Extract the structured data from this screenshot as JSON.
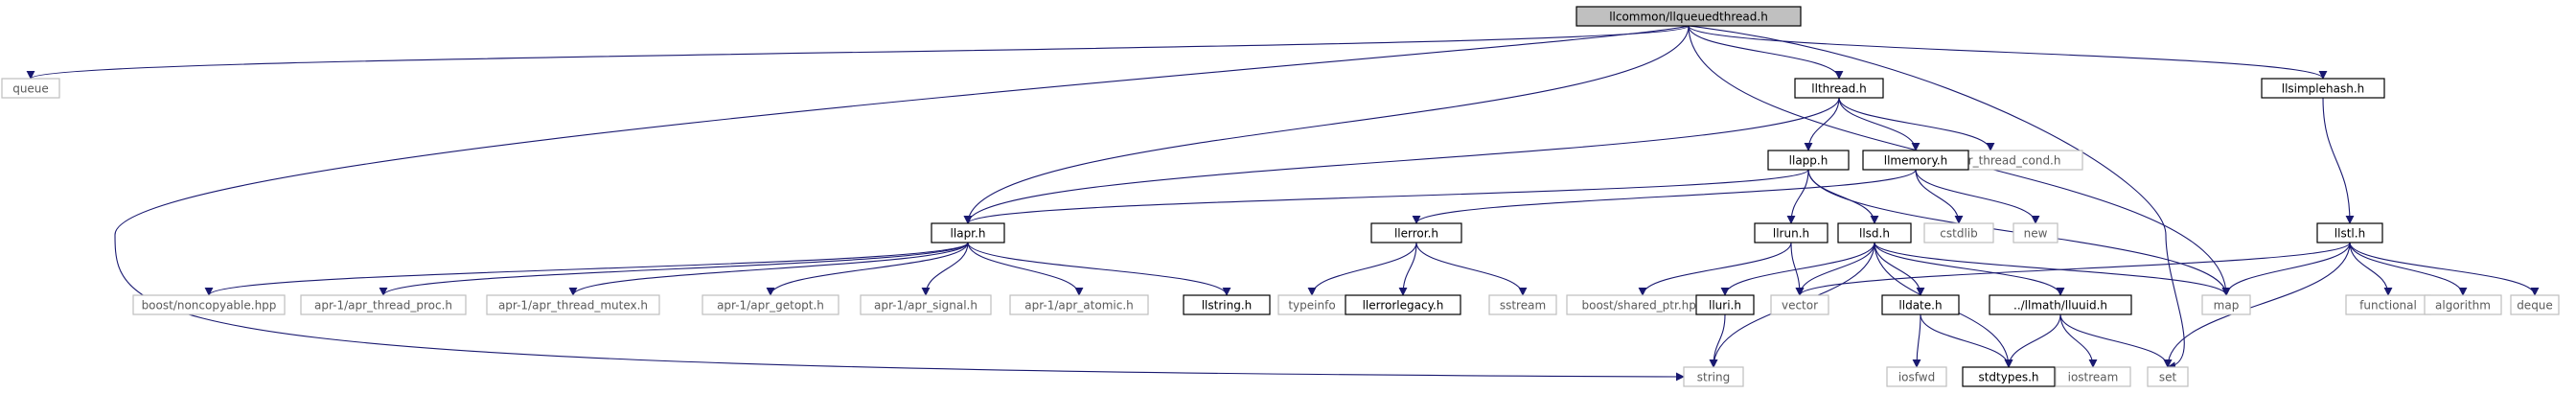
{
  "diagram": {
    "colors": {
      "edge": "#191970",
      "root_fill": "#c0c0c0",
      "root_stroke": "#000000",
      "documented_stroke": "#000000",
      "external_stroke": "#bfbfbf",
      "external_text": "#5a5a5a",
      "text": "#000000"
    },
    "nodes": [
      {
        "id": "root",
        "label": "llcommon/llqueuedthread.h",
        "kind": "root"
      },
      {
        "id": "queue",
        "label": "queue",
        "kind": "external"
      },
      {
        "id": "llthread",
        "label": "llthread.h",
        "kind": "documented"
      },
      {
        "id": "llsimplehash",
        "label": "llsimplehash.h",
        "kind": "documented"
      },
      {
        "id": "apr_thread_cond",
        "label": "apr-1/apr_thread_cond.h",
        "kind": "external"
      },
      {
        "id": "llapp",
        "label": "llapp.h",
        "kind": "documented"
      },
      {
        "id": "llmemory",
        "label": "llmemory.h",
        "kind": "documented"
      },
      {
        "id": "llerror",
        "label": "llerror.h",
        "kind": "documented"
      },
      {
        "id": "llrun",
        "label": "llrun.h",
        "kind": "documented"
      },
      {
        "id": "llsd",
        "label": "llsd.h",
        "kind": "documented"
      },
      {
        "id": "cstdlib",
        "label": "cstdlib",
        "kind": "external"
      },
      {
        "id": "new",
        "label": "new",
        "kind": "external"
      },
      {
        "id": "llstl",
        "label": "llstl.h",
        "kind": "documented"
      },
      {
        "id": "llapr",
        "label": "llapr.h",
        "kind": "documented"
      },
      {
        "id": "boost_noncopyable",
        "label": "boost/noncopyable.hpp",
        "kind": "external"
      },
      {
        "id": "apr_thread_proc",
        "label": "apr-1/apr_thread_proc.h",
        "kind": "external"
      },
      {
        "id": "apr_thread_mutex",
        "label": "apr-1/apr_thread_mutex.h",
        "kind": "external"
      },
      {
        "id": "apr_getopt",
        "label": "apr-1/apr_getopt.h",
        "kind": "external"
      },
      {
        "id": "apr_signal",
        "label": "apr-1/apr_signal.h",
        "kind": "external"
      },
      {
        "id": "apr_atomic",
        "label": "apr-1/apr_atomic.h",
        "kind": "external"
      },
      {
        "id": "llstring",
        "label": "llstring.h",
        "kind": "documented"
      },
      {
        "id": "typeinfo",
        "label": "typeinfo",
        "kind": "external"
      },
      {
        "id": "llerrorlegacy",
        "label": "llerrorlegacy.h",
        "kind": "documented"
      },
      {
        "id": "sstream",
        "label": "sstream",
        "kind": "external"
      },
      {
        "id": "boost_shared_ptr",
        "label": "boost/shared_ptr.hpp",
        "kind": "external"
      },
      {
        "id": "lluri",
        "label": "lluri.h",
        "kind": "documented"
      },
      {
        "id": "vector",
        "label": "vector",
        "kind": "external"
      },
      {
        "id": "lldate",
        "label": "lldate.h",
        "kind": "documented"
      },
      {
        "id": "lluuid",
        "label": "../llmath/lluuid.h",
        "kind": "documented"
      },
      {
        "id": "map",
        "label": "map",
        "kind": "external"
      },
      {
        "id": "set",
        "label": "set",
        "kind": "external"
      },
      {
        "id": "functional",
        "label": "functional",
        "kind": "external"
      },
      {
        "id": "algorithm",
        "label": "algorithm",
        "kind": "external"
      },
      {
        "id": "deque",
        "label": "deque",
        "kind": "external"
      },
      {
        "id": "iosfwd",
        "label": "iosfwd",
        "kind": "external"
      },
      {
        "id": "stdtypes",
        "label": "stdtypes.h",
        "kind": "documented"
      },
      {
        "id": "iostream",
        "label": "iostream",
        "kind": "external"
      },
      {
        "id": "string",
        "label": "string",
        "kind": "external"
      }
    ],
    "edges": [
      {
        "from": "root",
        "to": "queue"
      },
      {
        "from": "root",
        "to": "string"
      },
      {
        "from": "root",
        "to": "llapr"
      },
      {
        "from": "root",
        "to": "llthread"
      },
      {
        "from": "root",
        "to": "set"
      },
      {
        "from": "root",
        "to": "map"
      },
      {
        "from": "root",
        "to": "llsimplehash"
      },
      {
        "from": "llthread",
        "to": "llapp"
      },
      {
        "from": "llthread",
        "to": "llmemory"
      },
      {
        "from": "llthread",
        "to": "apr_thread_cond"
      },
      {
        "from": "llthread",
        "to": "llapr"
      },
      {
        "from": "llapp",
        "to": "llapr"
      },
      {
        "from": "llapp",
        "to": "llrun"
      },
      {
        "from": "llapp",
        "to": "llsd"
      },
      {
        "from": "llapp",
        "to": "map"
      },
      {
        "from": "llmemory",
        "to": "llerror"
      },
      {
        "from": "llmemory",
        "to": "cstdlib"
      },
      {
        "from": "llmemory",
        "to": "new"
      },
      {
        "from": "llapr",
        "to": "boost_noncopyable"
      },
      {
        "from": "llapr",
        "to": "apr_thread_proc"
      },
      {
        "from": "llapr",
        "to": "apr_thread_mutex"
      },
      {
        "from": "llapr",
        "to": "apr_getopt"
      },
      {
        "from": "llapr",
        "to": "apr_signal"
      },
      {
        "from": "llapr",
        "to": "apr_atomic"
      },
      {
        "from": "llapr",
        "to": "llstring"
      },
      {
        "from": "llerror",
        "to": "typeinfo"
      },
      {
        "from": "llerror",
        "to": "llerrorlegacy"
      },
      {
        "from": "llerror",
        "to": "sstream"
      },
      {
        "from": "llrun",
        "to": "boost_shared_ptr"
      },
      {
        "from": "llrun",
        "to": "vector"
      },
      {
        "from": "llsd",
        "to": "lluri"
      },
      {
        "from": "llsd",
        "to": "vector"
      },
      {
        "from": "llsd",
        "to": "lldate"
      },
      {
        "from": "llsd",
        "to": "lluuid"
      },
      {
        "from": "llsd",
        "to": "map"
      },
      {
        "from": "llsd",
        "to": "stdtypes"
      },
      {
        "from": "llsd",
        "to": "string"
      },
      {
        "from": "llsimplehash",
        "to": "llstl"
      },
      {
        "from": "llstl",
        "to": "vector"
      },
      {
        "from": "llstl",
        "to": "map"
      },
      {
        "from": "llstl",
        "to": "set"
      },
      {
        "from": "llstl",
        "to": "functional"
      },
      {
        "from": "llstl",
        "to": "algorithm"
      },
      {
        "from": "llstl",
        "to": "deque"
      },
      {
        "from": "lluri",
        "to": "string"
      },
      {
        "from": "lldate",
        "to": "iosfwd"
      },
      {
        "from": "lldate",
        "to": "stdtypes"
      },
      {
        "from": "lluuid",
        "to": "stdtypes"
      },
      {
        "from": "lluuid",
        "to": "iostream"
      },
      {
        "from": "lluuid",
        "to": "set"
      }
    ]
  }
}
